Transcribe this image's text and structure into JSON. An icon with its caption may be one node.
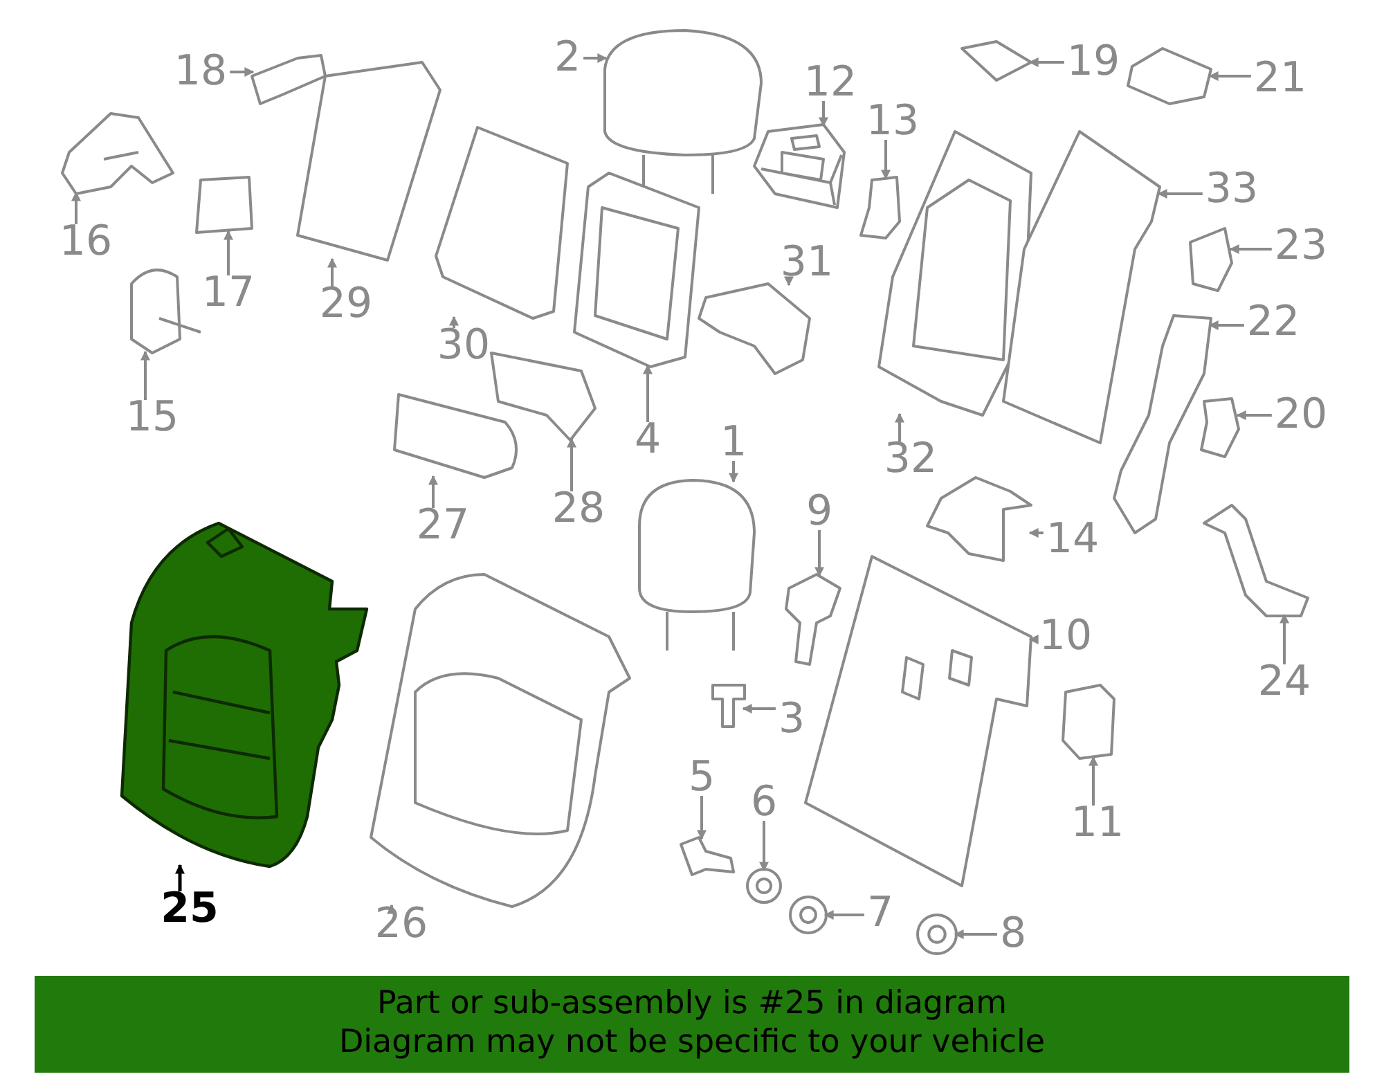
{
  "diagram": {
    "nodes": [
      {
        "text": [
          "1"
        ]
      },
      {
        "text": [],
        "shape": "picture"
      },
      {
        "text": [
          "2"
        ]
      },
      {
        "text": [],
        "shape": "picture"
      },
      {
        "text": [
          "3"
        ]
      },
      {
        "text": [],
        "shape": "picture"
      },
      {
        "text": [
          "4"
        ]
      },
      {
        "text": [],
        "shape": "picture"
      },
      {
        "text": [
          "5"
        ]
      },
      {
        "text": [],
        "shape": "picture"
      },
      {
        "text": [
          "6"
        ]
      },
      {
        "text": [],
        "shape": "circle"
      },
      {
        "text": [
          "7"
        ]
      },
      {
        "text": [],
        "shape": "circle"
      },
      {
        "text": [
          "8"
        ]
      },
      {
        "text": [],
        "shape": "circle"
      },
      {
        "text": [
          "9"
        ]
      },
      {
        "text": [],
        "shape": "picture"
      },
      {
        "text": [
          "10"
        ]
      },
      {
        "text": [],
        "shape": "picture"
      },
      {
        "text": [
          "11"
        ]
      },
      {
        "text": [],
        "shape": "picture"
      },
      {
        "text": [
          "12"
        ]
      },
      {
        "text": [],
        "shape": "picture"
      },
      {
        "text": [
          "13"
        ]
      },
      {
        "text": [],
        "shape": "picture"
      },
      {
        "text": [
          "14"
        ]
      },
      {
        "text": [],
        "shape": "picture"
      },
      {
        "text": [
          "15"
        ]
      },
      {
        "text": [],
        "shape": "picture"
      },
      {
        "text": [
          "16"
        ]
      },
      {
        "text": [],
        "shape": "picture"
      },
      {
        "text": [
          "17"
        ]
      },
      {
        "text": [],
        "shape": "picture"
      },
      {
        "text": [
          "18"
        ]
      },
      {
        "text": [],
        "shape": "picture"
      },
      {
        "text": [
          "19"
        ]
      },
      {
        "text": [],
        "shape": "picture"
      },
      {
        "text": [
          "20"
        ]
      },
      {
        "text": [],
        "shape": "picture"
      },
      {
        "text": [
          "21"
        ]
      },
      {
        "text": [],
        "shape": "picture"
      },
      {
        "text": [
          "22"
        ]
      },
      {
        "text": [],
        "shape": "picture"
      },
      {
        "text": [
          "23"
        ]
      },
      {
        "text": [],
        "shape": "picture"
      },
      {
        "text": [
          "24"
        ]
      },
      {
        "text": [],
        "shape": "picture"
      },
      {
        "text": [
          "25"
        ]
      },
      {
        "text": [],
        "shape": "picture"
      },
      {
        "text": [
          "26"
        ]
      },
      {
        "text": [],
        "shape": "picture"
      },
      {
        "text": [
          "27"
        ]
      },
      {
        "text": [],
        "shape": "picture"
      },
      {
        "text": [
          "28"
        ]
      },
      {
        "text": [],
        "shape": "picture"
      },
      {
        "text": [
          "29"
        ]
      },
      {
        "text": [],
        "shape": "picture"
      },
      {
        "text": [
          "30"
        ]
      },
      {
        "text": [],
        "shape": "picture"
      },
      {
        "text": [
          "31"
        ]
      },
      {
        "text": [],
        "shape": "picture"
      },
      {
        "text": [
          "32"
        ]
      },
      {
        "text": [],
        "shape": "picture"
      },
      {
        "text": [
          "33"
        ]
      },
      {
        "text": [],
        "shape": "picture"
      },
      {
        "text": [
          "Part or sub-assembly is #25 in diagram",
          "Diagram may not be specific to your vehicle"
        ]
      }
    ],
    "edges": [
      {
        "from": 0,
        "to": 1,
        "arrow": "to"
      },
      {
        "from": 2,
        "to": 3,
        "arrow": "to"
      },
      {
        "from": 4,
        "to": 5,
        "arrow": "to"
      },
      {
        "from": 6,
        "to": 7,
        "arrow": "to"
      },
      {
        "from": 8,
        "to": 9,
        "arrow": "to"
      },
      {
        "from": 10,
        "to": 11,
        "arrow": "to"
      },
      {
        "from": 12,
        "to": 13,
        "arrow": "to"
      },
      {
        "from": 14,
        "to": 15,
        "arrow": "to"
      },
      {
        "from": 16,
        "to": 17,
        "arrow": "to"
      },
      {
        "from": 18,
        "to": 19,
        "arrow": "to"
      },
      {
        "from": 20,
        "to": 21,
        "arrow": "to"
      },
      {
        "from": 22,
        "to": 23,
        "arrow": "to"
      },
      {
        "from": 24,
        "to": 25,
        "arrow": "to"
      },
      {
        "from": 26,
        "to": 27,
        "arrow": "to"
      },
      {
        "from": 28,
        "to": 29,
        "arrow": "to"
      },
      {
        "from": 30,
        "to": 31,
        "arrow": "to"
      },
      {
        "from": 32,
        "to": 33,
        "arrow": "to"
      },
      {
        "from": 34,
        "to": 35,
        "arrow": "to"
      },
      {
        "from": 36,
        "to": 37,
        "arrow": "to"
      },
      {
        "from": 38,
        "to": 39,
        "arrow": "to"
      },
      {
        "from": 40,
        "to": 41,
        "arrow": "to"
      },
      {
        "from": 42,
        "to": 43,
        "arrow": "to"
      },
      {
        "from": 44,
        "to": 45,
        "arrow": "to"
      },
      {
        "from": 46,
        "to": 47,
        "arrow": "to"
      },
      {
        "from": 48,
        "to": 49,
        "arrow": "to",
        "color": "#000000"
      },
      {
        "from": 50,
        "to": 51,
        "arrow": "to"
      },
      {
        "from": 52,
        "to": 53,
        "arrow": "to"
      },
      {
        "from": 54,
        "to": 55,
        "arrow": "to"
      },
      {
        "from": 56,
        "to": 57,
        "arrow": "to"
      },
      {
        "from": 58,
        "to": 59,
        "arrow": "to"
      },
      {
        "from": 60,
        "to": 61,
        "arrow": "to"
      },
      {
        "from": 62,
        "to": 63,
        "arrow": "to"
      },
      {
        "from": 64,
        "to": 65,
        "arrow": "to"
      }
    ]
  }
}
